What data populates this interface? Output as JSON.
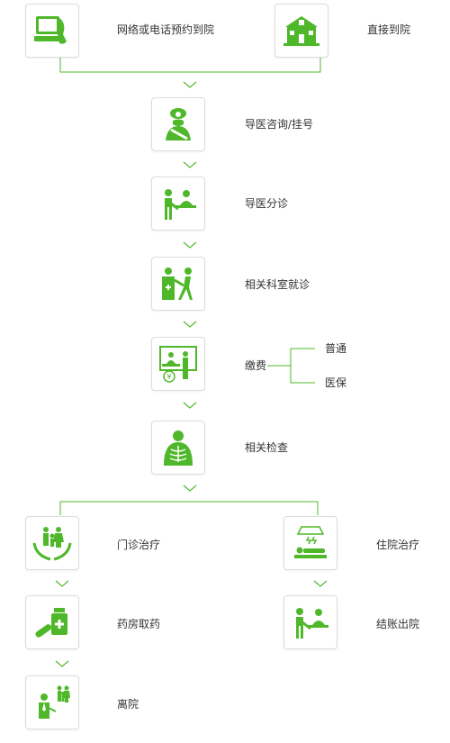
{
  "accent_color": "#4fb82a",
  "steps": {
    "appointment": {
      "label": "网络或电话预约到院",
      "icon": "computer-phone-icon"
    },
    "direct": {
      "label": "直接到院",
      "icon": "hospital-building-icon"
    },
    "guide_consult": {
      "label": "导医咨询/挂号",
      "icon": "nurse-icon"
    },
    "triage": {
      "label": "导医分诊",
      "icon": "triage-desk-icon"
    },
    "department": {
      "label": "相关科室就诊",
      "icon": "doctor-patient-icon"
    },
    "payment": {
      "label": "缴费",
      "icon": "payment-counter-icon",
      "options": [
        "普通",
        "医保"
      ]
    },
    "exam": {
      "label": "相关检查",
      "icon": "xray-chest-icon"
    },
    "outpatient": {
      "label": "门诊治疗",
      "icon": "family-hands-icon"
    },
    "inpatient": {
      "label": "住院治疗",
      "icon": "hospital-bed-icon"
    },
    "pharmacy": {
      "label": "药房取药",
      "icon": "pill-bottle-icon"
    },
    "checkout": {
      "label": "结账出院",
      "icon": "checkout-desk-icon"
    },
    "discharge": {
      "label": "离院",
      "icon": "leaving-family-icon"
    }
  }
}
